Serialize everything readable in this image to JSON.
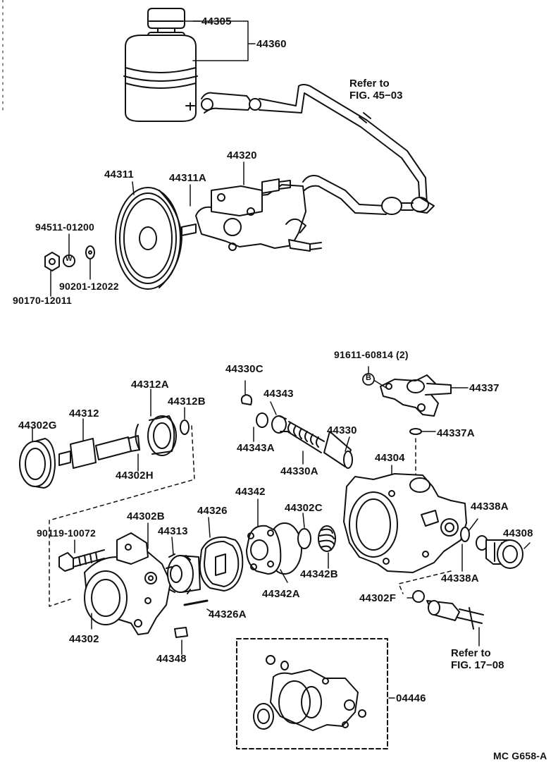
{
  "labels": {
    "p44305": "44305",
    "p44360": "44360",
    "p44320": "44320",
    "p44311": "44311",
    "p44311A": "44311A",
    "p94511": "94511-01200",
    "p90201": "90201-12022",
    "p90170": "90170-12011",
    "p91611": "91611-60814 (2)",
    "p44337": "44337",
    "p44337A": "44337A",
    "p44330C": "44330C",
    "p44343": "44343",
    "p44330": "44330",
    "p44343A": "44343A",
    "p44330A": "44330A",
    "p44304": "44304",
    "p44312A": "44312A",
    "p44312B": "44312B",
    "p44312": "44312",
    "p44302G": "44302G",
    "p44302H": "44302H",
    "p44342": "44342",
    "p44302C": "44302C",
    "p44338A_top": "44338A",
    "p44308": "44308",
    "p90119": "90119-10072",
    "p44302B": "44302B",
    "p44313": "44313",
    "p44326": "44326",
    "p44342B": "44342B",
    "p44338A_bot": "44338A",
    "p44342A": "44342A",
    "p44302F": "44302F",
    "p44326A": "44326A",
    "p44302": "44302",
    "p44348": "44348",
    "p04446": "04446"
  },
  "refs": {
    "fig45_line1": "Refer to",
    "fig45_line2": "FIG. 45−03",
    "fig17_line1": "Refer to",
    "fig17_line2": "FIG. 17−08"
  },
  "markers": {
    "washer_w": "W",
    "bolt_b": "B"
  },
  "footer": {
    "code": "MC G658-A"
  }
}
